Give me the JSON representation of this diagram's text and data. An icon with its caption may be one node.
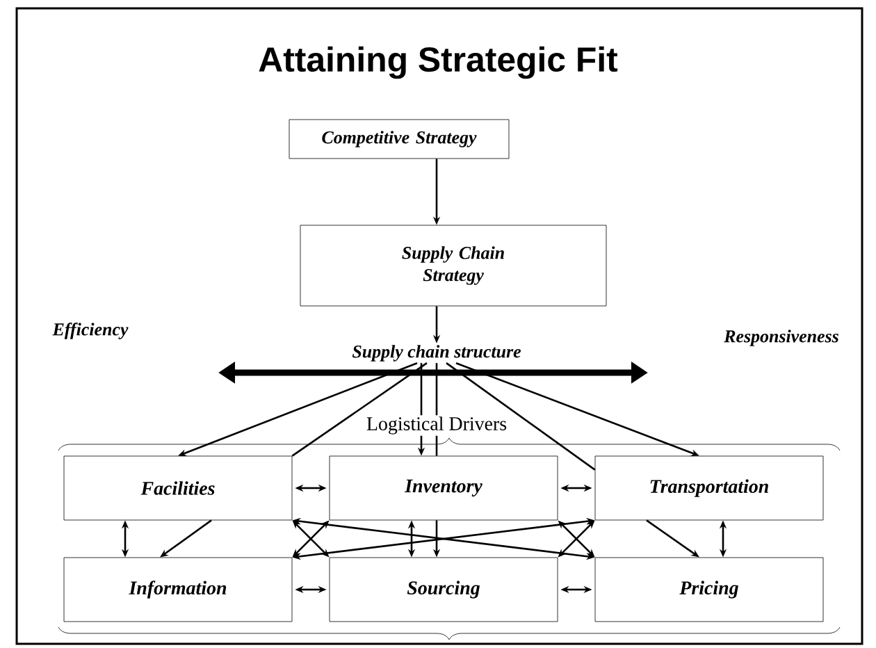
{
  "diagram": {
    "title": "Attaining Strategic Fit",
    "nodes": [
      {
        "text": [
          "Competitive Strategy"
        ]
      },
      {
        "text": [
          "Supply Chain Strategy"
        ]
      },
      {
        "text": [
          "Supply chain structure"
        ]
      },
      {
        "text": [
          "Facilities"
        ]
      },
      {
        "text": [
          "Inventory"
        ]
      },
      {
        "text": [
          "Transportation"
        ]
      },
      {
        "text": [
          "Information"
        ]
      },
      {
        "text": [
          "Sourcing"
        ]
      },
      {
        "text": [
          "Pricing"
        ]
      }
    ],
    "edges": [
      {
        "from": 0,
        "to": 1,
        "arrow": "to"
      },
      {
        "from": 1,
        "to": 2,
        "arrow": "to"
      },
      {
        "from": 2,
        "to": 3,
        "arrow": "to"
      },
      {
        "from": 2,
        "to": 3,
        "arrow": "none"
      },
      {
        "from": 2,
        "to": 4,
        "arrow": "to"
      },
      {
        "from": 2,
        "to": 4,
        "arrow": "none"
      },
      {
        "from": 2,
        "to": 5,
        "arrow": "none"
      },
      {
        "from": 2,
        "to": 5,
        "arrow": "to"
      },
      {
        "from": 4,
        "to": 7,
        "arrow": "to"
      },
      {
        "from": 4,
        "to": 7,
        "arrow": "both"
      },
      {
        "from": 3,
        "to": 4,
        "arrow": "both"
      },
      {
        "from": 4,
        "to": 5,
        "arrow": "both"
      },
      {
        "from": 6,
        "to": 7,
        "arrow": "both"
      },
      {
        "from": 7,
        "to": 8,
        "arrow": "both"
      },
      {
        "from": 3,
        "to": 6,
        "arrow": "both"
      },
      {
        "from": 5,
        "to": 8,
        "arrow": "both"
      },
      {
        "from": 3,
        "to": 6,
        "arrow": "to"
      },
      {
        "from": 5,
        "to": 8,
        "arrow": "to"
      },
      {
        "from": 3,
        "to": 8,
        "arrow": "both"
      },
      {
        "from": 5,
        "to": 6,
        "arrow": "both"
      },
      {
        "from": 4,
        "to": 6,
        "arrow": "both"
      },
      {
        "from": 3,
        "to": 7,
        "arrow": "both"
      },
      {
        "from": 4,
        "to": 8,
        "arrow": "both"
      },
      {
        "from": 5,
        "to": 7,
        "arrow": "both"
      }
    ],
    "labels": [
      "Efficiency",
      "Responsiveness",
      "Logistical Drivers"
    ]
  }
}
